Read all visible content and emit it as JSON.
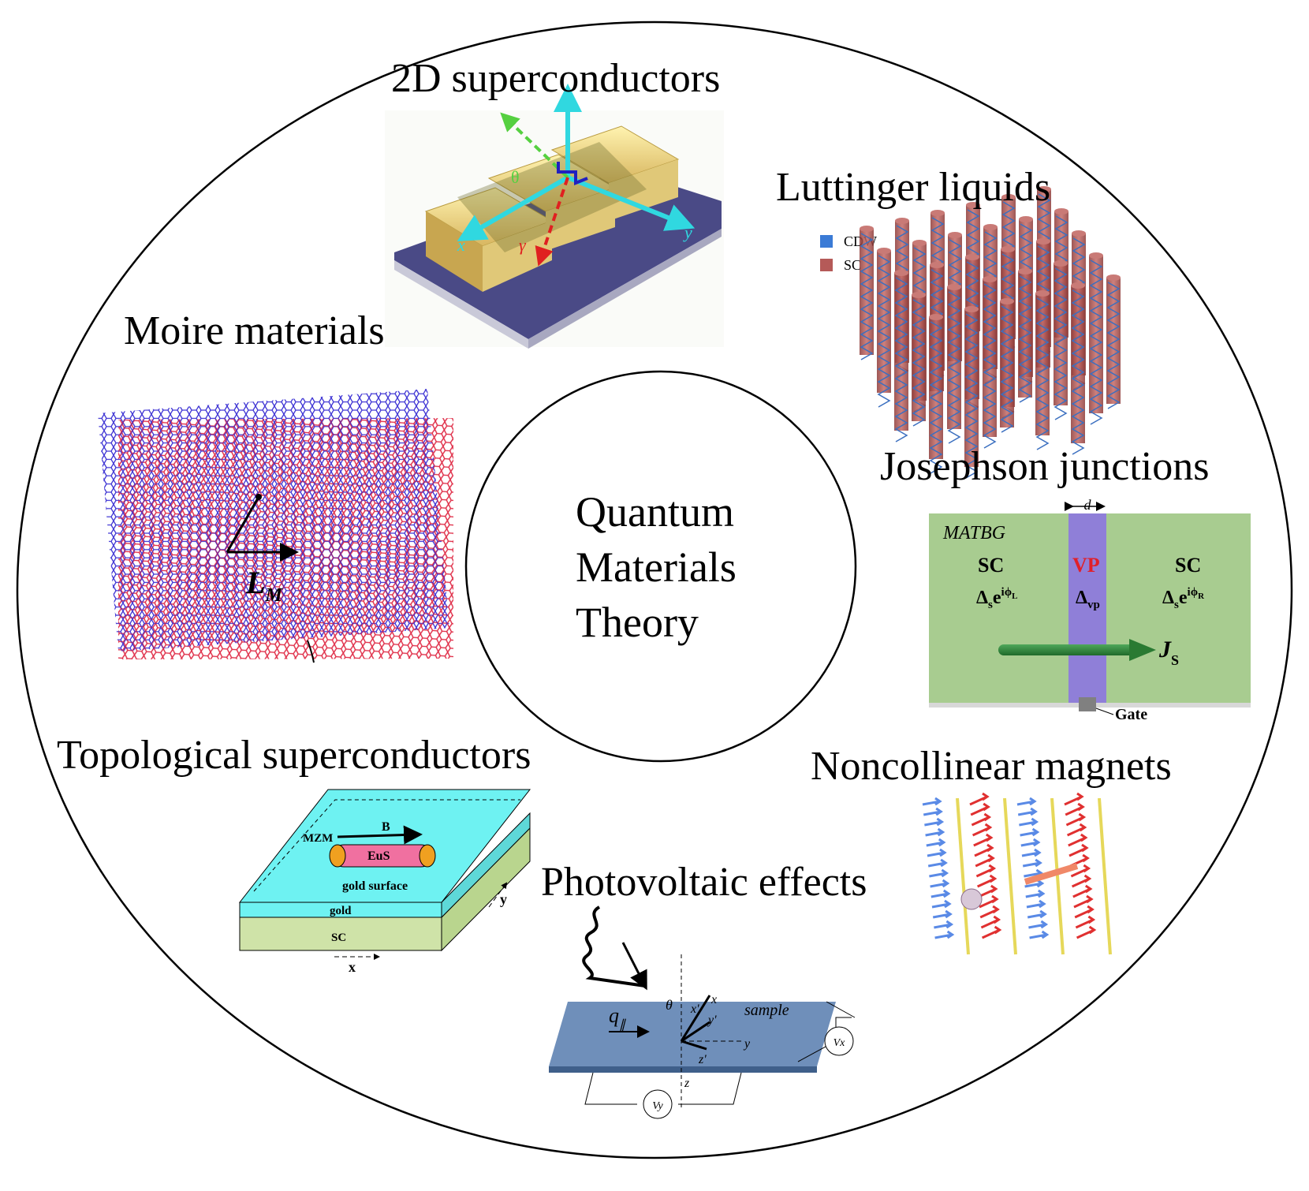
{
  "center": {
    "lines": [
      "Quantum",
      "Materials",
      "Theory"
    ]
  },
  "topics": {
    "two_d_sc": "2D superconductors",
    "luttinger": "Luttinger liquids",
    "moire": "Moire materials",
    "josephson": "Josephson junctions",
    "topological": "Topological superconductors",
    "noncollinear": "Noncollinear magnets",
    "photovoltaic": "Photovoltaic effects"
  },
  "sc2d_panel": {
    "theta": "θ",
    "gamma": "γ",
    "x": "x",
    "y": "y"
  },
  "luttinger_panel": {
    "legend": [
      "CDW",
      "SC"
    ],
    "legend_colors": [
      "#3b7bd6",
      "#b55a58"
    ]
  },
  "moire_panel": {
    "label_main": "L",
    "label_sub": "M",
    "colors": [
      "#2a1fcf",
      "#e0304a"
    ]
  },
  "josephson_panel": {
    "matbg": "MATBG",
    "d": "d",
    "sc_left": "SC",
    "vp": "VP",
    "sc_right": "SC",
    "delta_s_left": "Δ",
    "delta_s_left_sub": "s",
    "exp_left": "e",
    "exp_left_sup": "iϕ",
    "exp_left_supsub": "L",
    "delta_vp": "Δ",
    "delta_vp_sub": "vp",
    "delta_s_right": "Δ",
    "delta_s_right_sub": "s",
    "exp_right": "e",
    "exp_right_sup": "iϕ",
    "exp_right_supsub": "R",
    "js": "J",
    "js_sub": "S",
    "gate": "Gate",
    "colors": {
      "green": "#a8cc90",
      "purple": "#8f7fd8",
      "vp_red": "#e0202a"
    }
  },
  "topo_panel": {
    "mzm": "MZM",
    "b": "B",
    "eus": "EuS",
    "gold_surface": "gold surface",
    "gold": "gold",
    "sc": "SC",
    "x": "x",
    "y": "y",
    "colors": {
      "top": "#6ef2f2",
      "sc": "#cfe3a8",
      "eus": "#f070a0"
    }
  },
  "photo_panel": {
    "theta": "θ",
    "x_prime": "x'",
    "x": "x",
    "y_prime": "y'",
    "sample": "sample",
    "q": "q",
    "q_sub": "∥",
    "y": "y",
    "z_prime": "z'",
    "z": "z",
    "vx": "Vx",
    "vy": "Vy",
    "color": "#6f8fba"
  }
}
